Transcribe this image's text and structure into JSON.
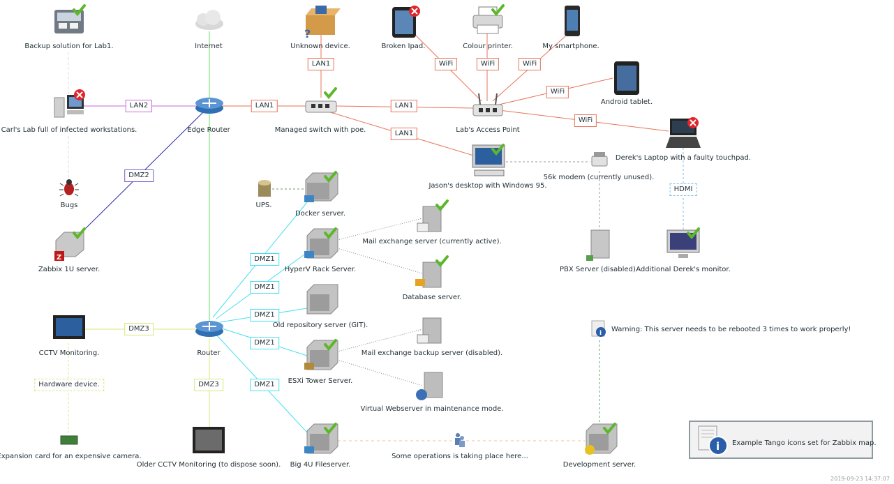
{
  "nodes": {
    "backup": "Backup solution for Lab1.",
    "internet": "Internet",
    "unknown": "Unknown device.",
    "broken_ipad": "Broken Ipad.",
    "colour_printer": "Colour printer.",
    "my_smartphone": "My smartphone.",
    "carls_lab": "Carl's Lab full of infected workstations.",
    "edge_router": "Edge Router",
    "managed_switch": "Managed switch with poe.",
    "access_point": "Lab's Access Point",
    "android_tablet": "Android tablet.",
    "dereks_laptop": "Derek's Laptop with a faulty touchpad.",
    "jasons_desktop": "Jason's desktop with Windows 95.",
    "modem": "56k modem (currently unused).",
    "bugs": "Bugs",
    "ups": "UPS.",
    "docker": "Docker server.",
    "zabbix": "Zabbix 1U server.",
    "mail_active": "Mail exchange server (currently active).",
    "hyperv": "HyperV Rack Server.",
    "pbx": "PBX Server (disabled).",
    "derek_monitor": "Additional Derek's monitor.",
    "database": "Database server.",
    "old_repo": "Old repository server (GIT).",
    "cctv": "CCTV Monitoring.",
    "router": "Router",
    "mail_backup": "Mail exchange backup server (disabled).",
    "esxi": "ESXi Tower Server.",
    "hardware_device": "Hardware device.",
    "virtual_webserver": "Virtual Webserver in maintenance mode.",
    "expansion_card": "Expansion card for an expensive camera.",
    "older_cctv": "Older CCTV Monitoring (to dispose soon).",
    "big4u": "Big 4U Fileserver.",
    "operations": "Some operations is taking place here...",
    "development": "Development server.",
    "warning": "Warning: This server needs to be rebooted 3 times to work properly!"
  },
  "links": {
    "lan2": "LAN2",
    "lan1_a": "LAN1",
    "lan1_b": "LAN1",
    "lan1_c": "LAN1",
    "lan1_d": "LAN1",
    "wifi_ipad": "WiFi",
    "wifi_printer": "WiFi",
    "wifi_phone": "WiFi",
    "wifi_tablet": "WiFi",
    "wifi_laptop": "WiFi",
    "dmz2": "DMZ2",
    "hdmi": "HDMI",
    "dmz1_a": "DMZ1",
    "dmz1_b": "DMZ1",
    "dmz1_c": "DMZ1",
    "dmz1_d": "DMZ1",
    "dmz1_e": "DMZ1",
    "dmz3_a": "DMZ3",
    "dmz3_b": "DMZ3"
  },
  "legend": "Example Tango icons set for Zabbix map.",
  "timestamp": "2019-09-23 14:37:07",
  "colors": {
    "lan": "#e8735a",
    "lan2": "#cc66dd",
    "dmz2": "#2222aa",
    "dmz1": "#44e0f0",
    "dmz3": "#d6e87a",
    "internet": "#66dd66",
    "dotted": "#888888",
    "hdmi": "#7fbfe8",
    "ok": "#5cb82a",
    "problem": "#e0252b"
  }
}
